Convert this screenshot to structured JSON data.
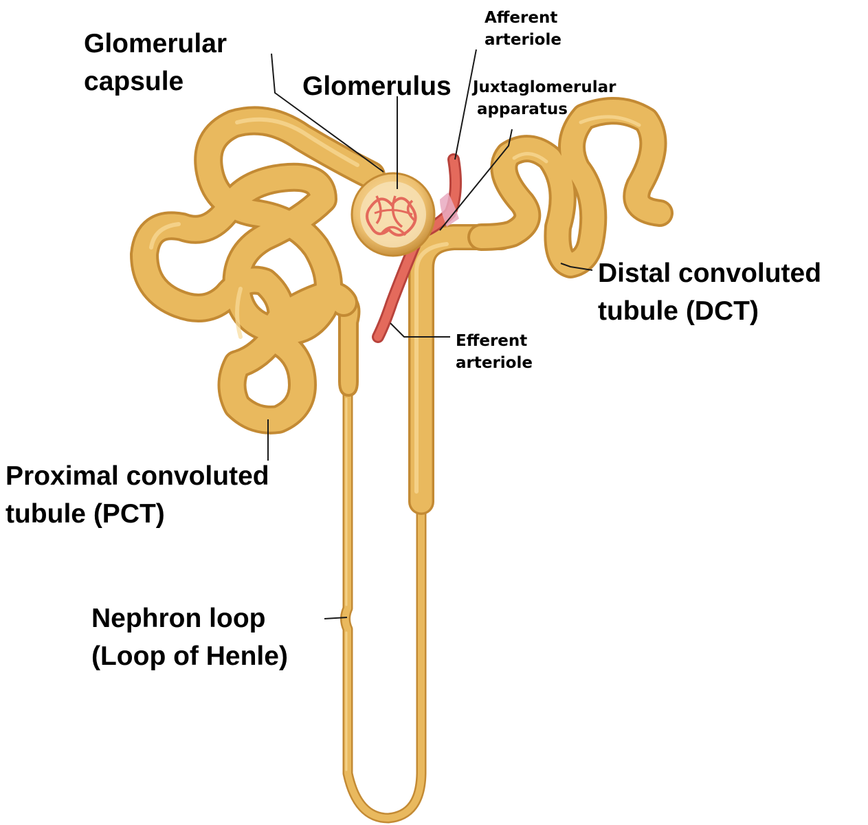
{
  "diagram": {
    "colors": {
      "tubule": "#E9B95E",
      "tubule_dark": "#C38A34",
      "tubule_light": "#F8DC9A",
      "vessel": "#E46A5C",
      "vessel_dark": "#B8433C",
      "leader": "#1a1a1a"
    },
    "labels": {
      "glomerular_capsule": [
        "Glomerular",
        "capsule"
      ],
      "glomerulus": "Glomerulus",
      "afferent_arteriole": [
        "Afferent",
        "arteriole"
      ],
      "juxtaglomerular_apparatus": [
        "Juxtaglomerular",
        "apparatus"
      ],
      "distal_convoluted_tubule": [
        "Distal convoluted",
        "tubule  (DCT)"
      ],
      "efferent_arteriole": [
        "Efferent",
        "arteriole"
      ],
      "proximal_convoluted_tubule": [
        "Proximal convoluted",
        "tubule  (PCT)"
      ],
      "nephron_loop": [
        "Nephron loop",
        "(Loop of Henle)"
      ]
    }
  }
}
